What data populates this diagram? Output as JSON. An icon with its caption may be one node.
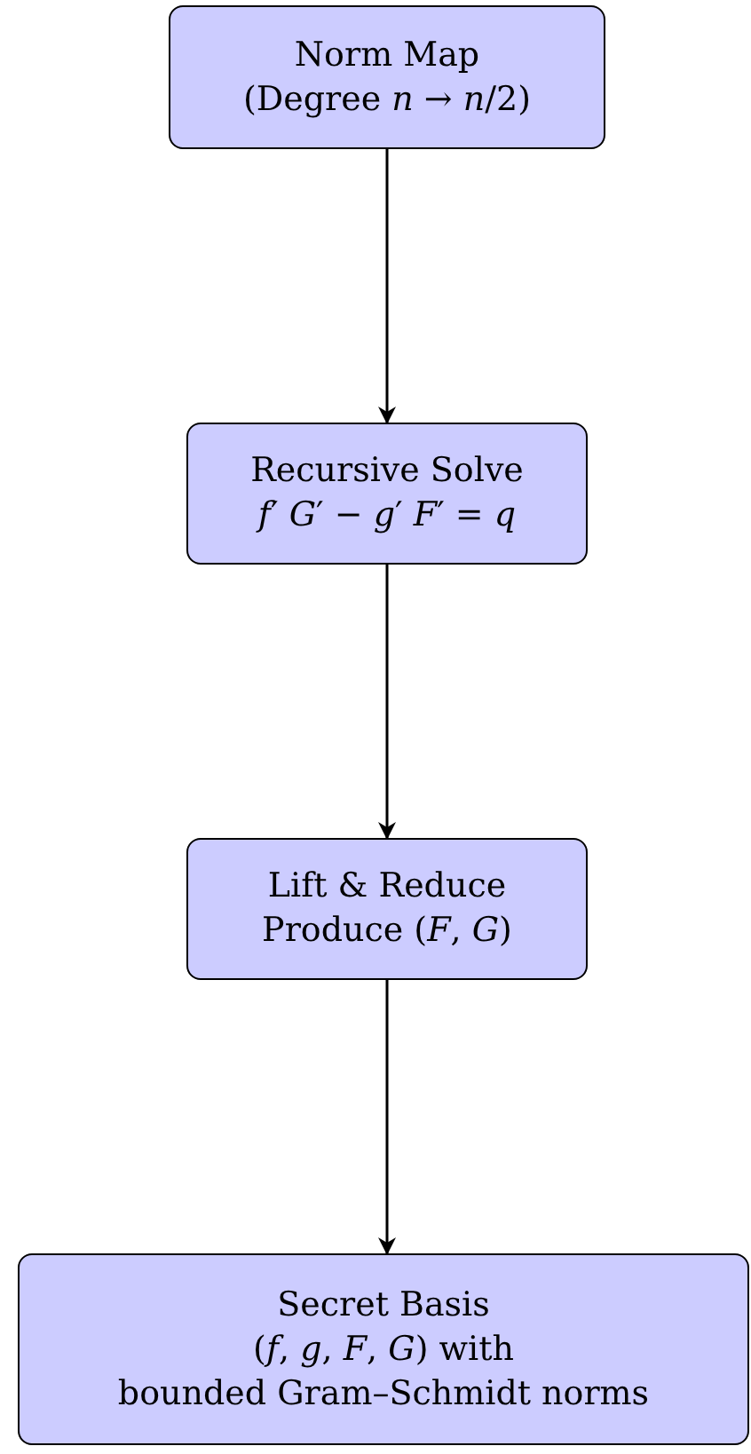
{
  "diagram": {
    "nodes": [
      {
        "text": [
          "Norm Map",
          "(Degree *n* → *n*/2)"
        ]
      },
      {
        "text": [
          "Recursive Solve",
          "*f*′ *G*′ − *g*′ *F*′ = *q*"
        ]
      },
      {
        "text": [
          "Lift & Reduce",
          "Produce (*F*, *G*)"
        ]
      },
      {
        "text": [
          "Secret Basis",
          "(*f*, *g*, *F*, *G*) with",
          "bounded Gram–Schmidt norms"
        ]
      }
    ],
    "edges": [
      {
        "from": 0,
        "to": 1,
        "arrow": "to"
      },
      {
        "from": 1,
        "to": 2,
        "arrow": "to"
      },
      {
        "from": 2,
        "to": 3,
        "arrow": "to"
      }
    ]
  }
}
